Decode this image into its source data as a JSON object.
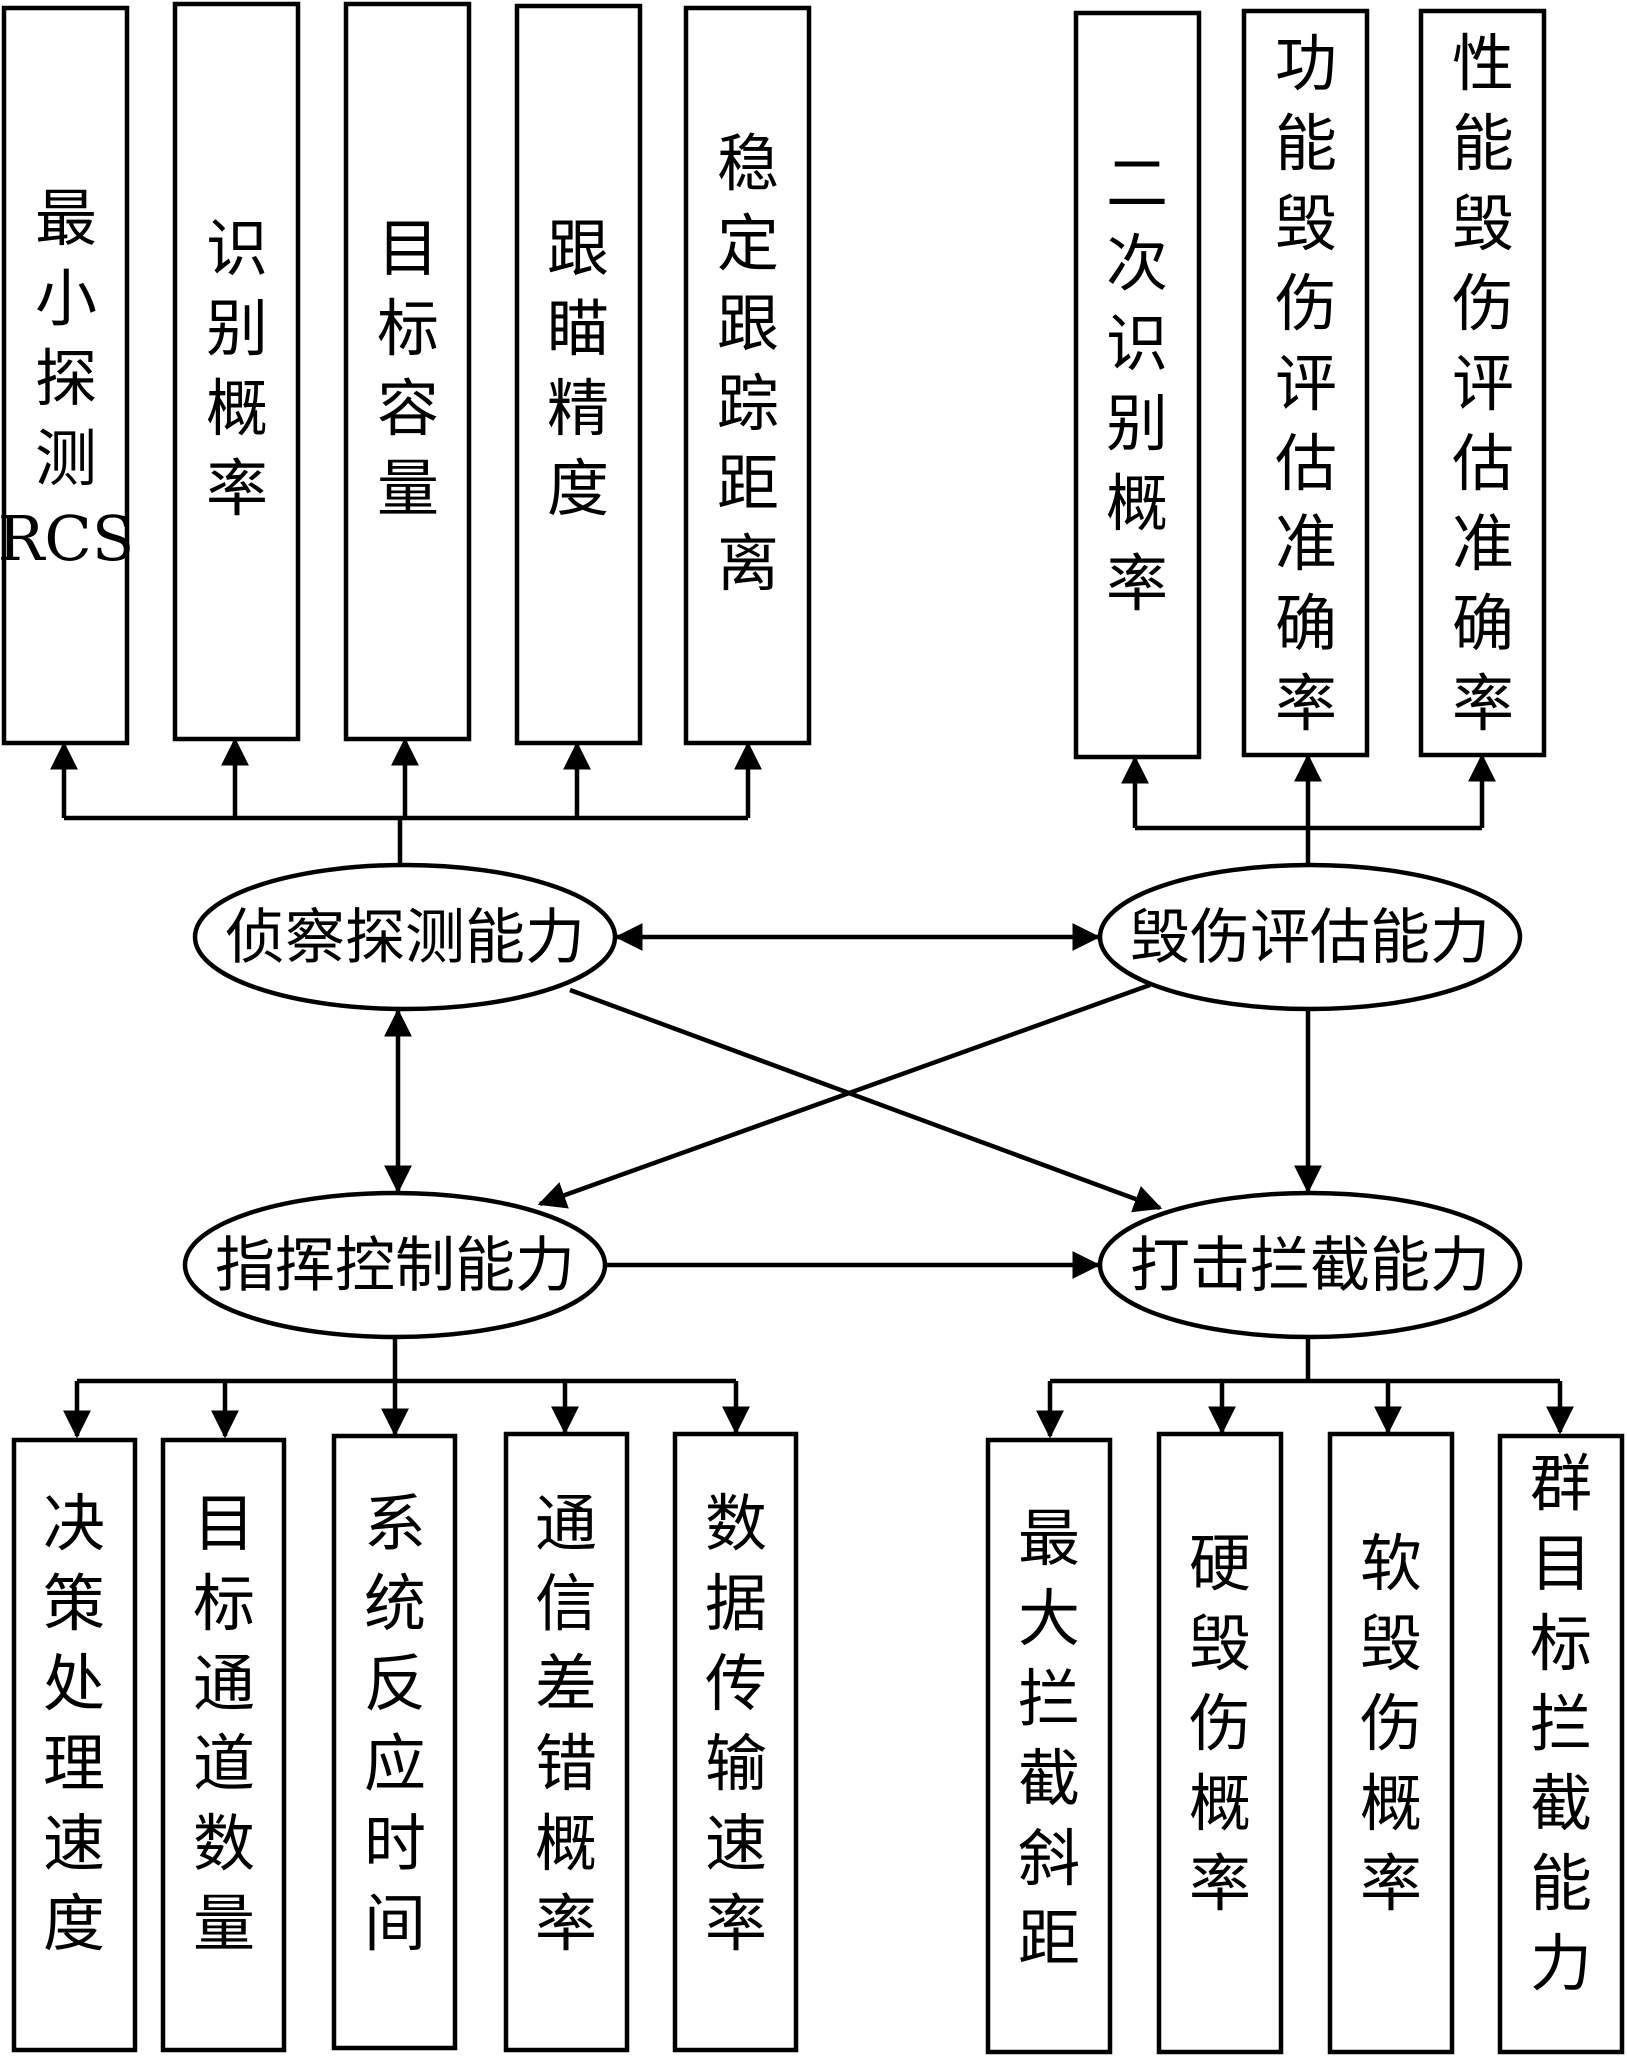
{
  "nodes": {
    "recon": "侦察探测能力",
    "damage": "毁伤评估能力",
    "command": "指挥控制能力",
    "strike": "打击拦截能力"
  },
  "recon_metrics": [
    "最小探测RCS",
    "识别概率",
    "目标容量",
    "跟瞄精度",
    "稳定跟踪距离"
  ],
  "damage_metrics": [
    "二次识别概率",
    "功能毁伤评估准确率",
    "性能毁伤评估准确率"
  ],
  "command_metrics": [
    "决策处理速度",
    "目标通道数量",
    "系统反应时间",
    "通信差错概率",
    "数据传输速率"
  ],
  "strike_metrics": [
    "最大拦截斜距",
    "硬毁伤概率",
    "软毁伤概率",
    "群目标拦截能力"
  ]
}
